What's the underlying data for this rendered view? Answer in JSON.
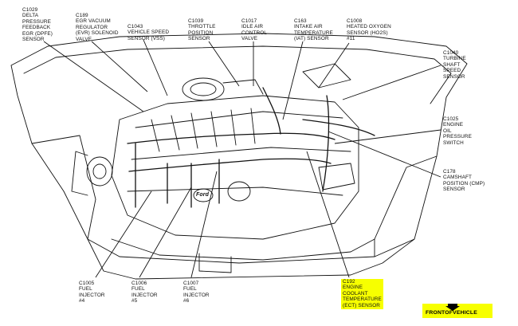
{
  "labels": {
    "c1029": "C1029\nDELTA\nPRESSURE\nFEEDBACK\nEGR (DPFE)\nSENSOR",
    "c189": "C189\nEGR VACUUM\nREGULATOR\n(EVR) SOLENOID\nVALVE",
    "c1043": "C1043\nVEHICLE SPEED\nSENSOR (VSS)",
    "c1039": "C1039\nTHROTTLE\nPOSITION\nSENSOR",
    "c1017": "C1017\nIDLE AIR\nCONTROL\nVALVE",
    "c163": "C163\nINTAKE AIR\nTEMPERATURE\n(IAT) SENSOR",
    "c1008": "C1008\nHEATED OXYGEN\nSENSOR (HO2S)\n#11",
    "c1040": "C1040\nTURBINE\nSHAFT\nSPEED\nSENSOR",
    "c1025": "C1025\nENGINE\nOIL\nPRESSURE\nSWITCH",
    "c178": "C178\nCAMSHAFT\nPOSITION (CMP)\nSENSOR",
    "c1005": "C1005\nFUEL\nINJECTOR\n#4",
    "c1006": "C1006\nFUEL\nINJECTOR\n#5",
    "c1007": "C1007\nFUEL\nINJECTOR\n#6",
    "c192": "C192\nENGINE\nCOOLANT\nTEMPERATURE\n(ECT) SENSOR"
  },
  "front_of_vehicle": "FRONTOFVEHICLE",
  "engine_badge": "Ford",
  "colors": {
    "highlight": "#f7ff00",
    "ink": "#111111"
  }
}
